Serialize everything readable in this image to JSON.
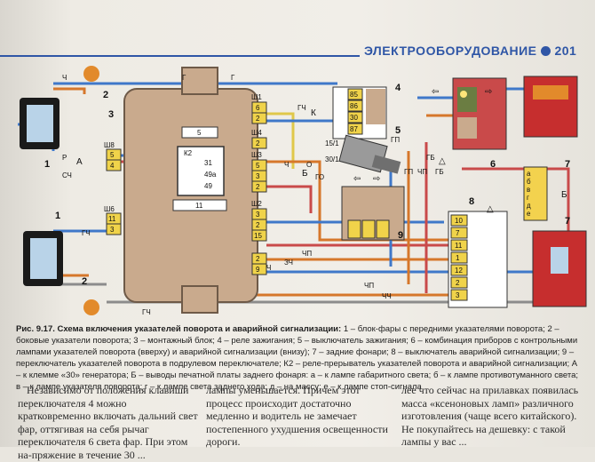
{
  "header": {
    "section_title": "ЭЛЕКТРООБОРУДОВАНИЕ",
    "page_number": "201",
    "accent_color": "#2f56a6"
  },
  "diagram": {
    "callouts": [
      "1",
      "2",
      "3",
      "4",
      "5",
      "6",
      "7",
      "8",
      "9",
      "1",
      "2",
      "7"
    ],
    "connector_ш8": "Ш8",
    "connector_ш6": "Ш6",
    "connector_ш1": "Ш1",
    "connector_ш4": "Ш4",
    "connector_ш3": "Ш3",
    "connector_ш2": "Ш2",
    "block_k2": "К2",
    "pins_k2": [
      "31",
      "49а",
      "49"
    ],
    "fuse_5": "5",
    "fuse_11": "11",
    "relay_pins": [
      "85",
      "86",
      "30",
      "87"
    ],
    "switch_pins": [
      "15/1",
      "30/1"
    ],
    "sh8_pins": [
      "5",
      "4"
    ],
    "sh6_pins": [
      "11",
      "3"
    ],
    "sh1_pins": [
      "6",
      "2"
    ],
    "sh4_pins": [
      "2"
    ],
    "sh3_pins": [
      "5",
      "3",
      "2"
    ],
    "sh2_pins": [
      "3",
      "2",
      "15",
      "2",
      "9"
    ],
    "ic8_pins": [
      "10",
      "7",
      "11",
      "1",
      "12",
      "2",
      "3"
    ],
    "side_labels_right": [
      "а",
      "б",
      "в",
      "г",
      "д",
      "е"
    ],
    "side_label_b": "Б",
    "marker_a": "А",
    "marker_b": "Б",
    "marker_k": "К",
    "wire_labels": [
      "Ч",
      "Г",
      "Г",
      "ГЧ",
      "ГП",
      "ЧП",
      "ГБ",
      "ГО",
      "Р",
      "О",
      "Ч",
      "СЧ",
      "ЗЧ",
      "ГЧ",
      "ЧП",
      "Ч",
      "ГП",
      "ГБ",
      "ГЧ",
      "ЧП",
      "ЧЧ"
    ]
  },
  "caption": {
    "label": "Рис. 9.17. Схема включения указателей поворота и аварийной сигнализации:",
    "text": "1 – блок-фары с передними указателями поворота; 2 – боковые указатели поворота; 3 – монтажный блок; 4 – реле зажигания; 5 – выключатель зажигания; 6 – комбинация приборов с контрольными лампами указателей поворота (вверху) и аварийной сигнализации (внизу); 7 – задние фонари; 8 – выключатель аварийной сигнализации; 9 – переключатель указателей поворота в подрулевом переключателе; К2 – реле-прерыватель указателей поворота и аварийной сигнализации; А – к клемме «30» генератора; Б – выводы печатной платы заднего фонаря: а – к лампе габаритного света; б – к лампе противотуманного света; в – к лампе указателя поворота; г – к лампе света заднего хода; д – на массу; е – к лампе стоп-сигнала"
  },
  "body": {
    "col1": "Независимо от положения клавиши переключателя 4 можно кратковременно включать дальний свет фар, оттягивая на себя рычаг переключателя 6 света фар. При этом на-пряжение в течение 30 ...",
    "col2": "лампы уменьшается. Причем этот процесс происходит достаточно медленно и водитель не замечает постепенного ухудшения освещенности дороги.",
    "col3": "лее что сейчас на прилавках появилась масса «ксеноновых ламп» различного изготовления (чаще всего китайского). Не покупайтесь на дешевку: с такой лампы у вас ..."
  }
}
